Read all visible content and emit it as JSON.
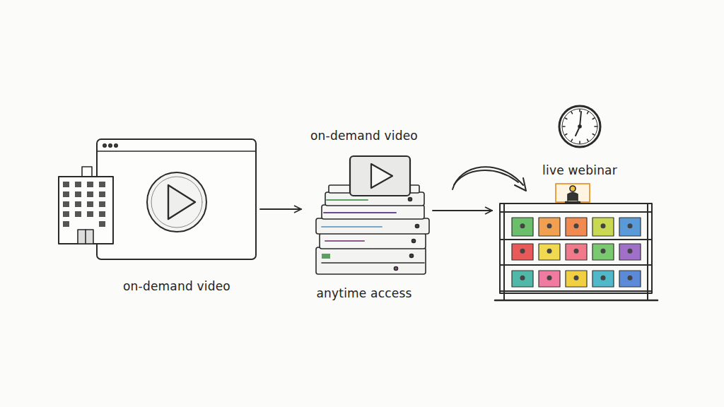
{
  "diagram": {
    "nodes": [
      {
        "text": [
          "on-demand video"
        ]
      },
      {
        "text": [
          "on-demand video",
          "anytime access"
        ]
      },
      {
        "text": [
          "live webinar"
        ]
      }
    ],
    "edges": [
      {
        "from": 0,
        "to": 1,
        "arrow": "to"
      },
      {
        "from": 1,
        "to": 2,
        "arrow": "to"
      }
    ]
  }
}
